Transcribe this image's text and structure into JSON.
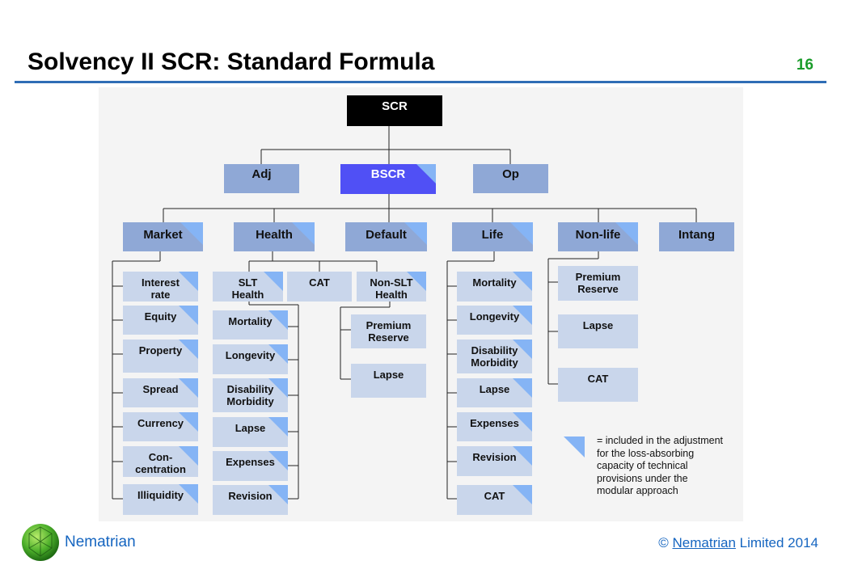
{
  "header": {
    "title": "Solvency II SCR: Standard Formula",
    "page_number": "16"
  },
  "diagram": {
    "root": "SCR",
    "level1": {
      "adj": "Adj",
      "bscr": "BSCR",
      "op": "Op"
    },
    "modules": {
      "market": "Market",
      "health": "Health",
      "default": "Default",
      "life": "Life",
      "nonlife": "Non-life",
      "intang": "Intang"
    },
    "market": [
      "Interest\nrate",
      "Equity",
      "Property",
      "Spread",
      "Currency",
      "Con-\ncentration",
      "Illiquidity"
    ],
    "health_groups": {
      "slt": "SLT\nHealth",
      "cat": "CAT",
      "nonslt": "Non-SLT\nHealth"
    },
    "health_slt": [
      "Mortality",
      "Longevity",
      "Disability\nMorbidity",
      "Lapse",
      "Expenses",
      "Revision"
    ],
    "health_nonslt": [
      "Premium\nReserve",
      "Lapse"
    ],
    "life": [
      "Mortality",
      "Longevity",
      "Disability\nMorbidity",
      "Lapse",
      "Expenses",
      "Revision",
      "CAT"
    ],
    "nonlife": [
      "Premium\nReserve",
      "Lapse",
      "CAT"
    ],
    "legend": "= included in the adjustment for the loss-absorbing capacity of technical provisions under the modular approach",
    "colors": {
      "module": "#8fa8d6",
      "leaf": "#c9d6eb",
      "bscr": "#5050f5",
      "marker": "#85b4f5"
    }
  },
  "footer": {
    "brand": "Nematrian",
    "copyright_prefix": "©",
    "copyright_link": "Nematrian",
    "copyright_suffix": "Limited 2014"
  }
}
